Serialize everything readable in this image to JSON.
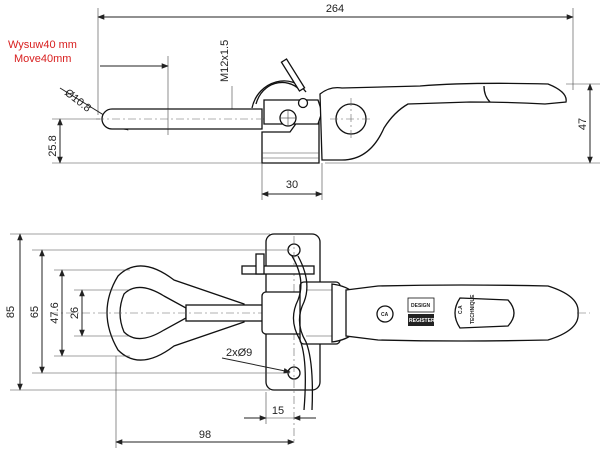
{
  "dimensions": {
    "overall_length": "264",
    "move_label_1": "Wysuw40 mm",
    "move_label_2": "Move40mm",
    "rod_diameter": "Ø10.8",
    "thread": "M12x1.5",
    "height": "47",
    "rod_height": "25.8",
    "base_width": "30",
    "overall_width": "85",
    "hole_spacing": "65",
    "loop_width": "47.6",
    "loop_inner": "26",
    "mount_holes": "2xØ9",
    "hole_offset": "15",
    "loop_length": "98"
  },
  "logos": {
    "design": "DESIGN",
    "registered": "REGISTERED",
    "ca_line1": "C.A",
    "ca_line2": "TECHNIQUE"
  },
  "colors": {
    "line": "#222222",
    "red_label": "#d81e1e",
    "background": "#ffffff"
  }
}
